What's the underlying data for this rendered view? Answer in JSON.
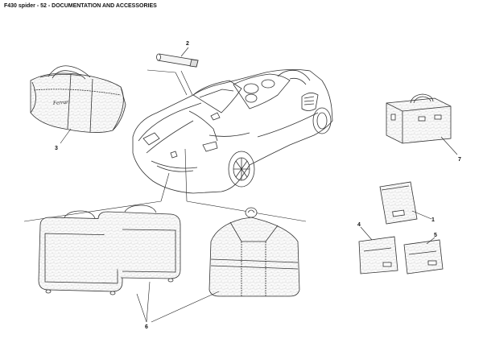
{
  "header": {
    "title": "F430 spider - 52 - DOCUMENTATION AND ACCESSORIES"
  },
  "callouts": {
    "c1": "1",
    "c2": "2",
    "c3": "3",
    "c4": "4",
    "c5": "5",
    "c6": "6",
    "c7": "7"
  },
  "logos": {
    "bag_logo": "Ferrari"
  }
}
